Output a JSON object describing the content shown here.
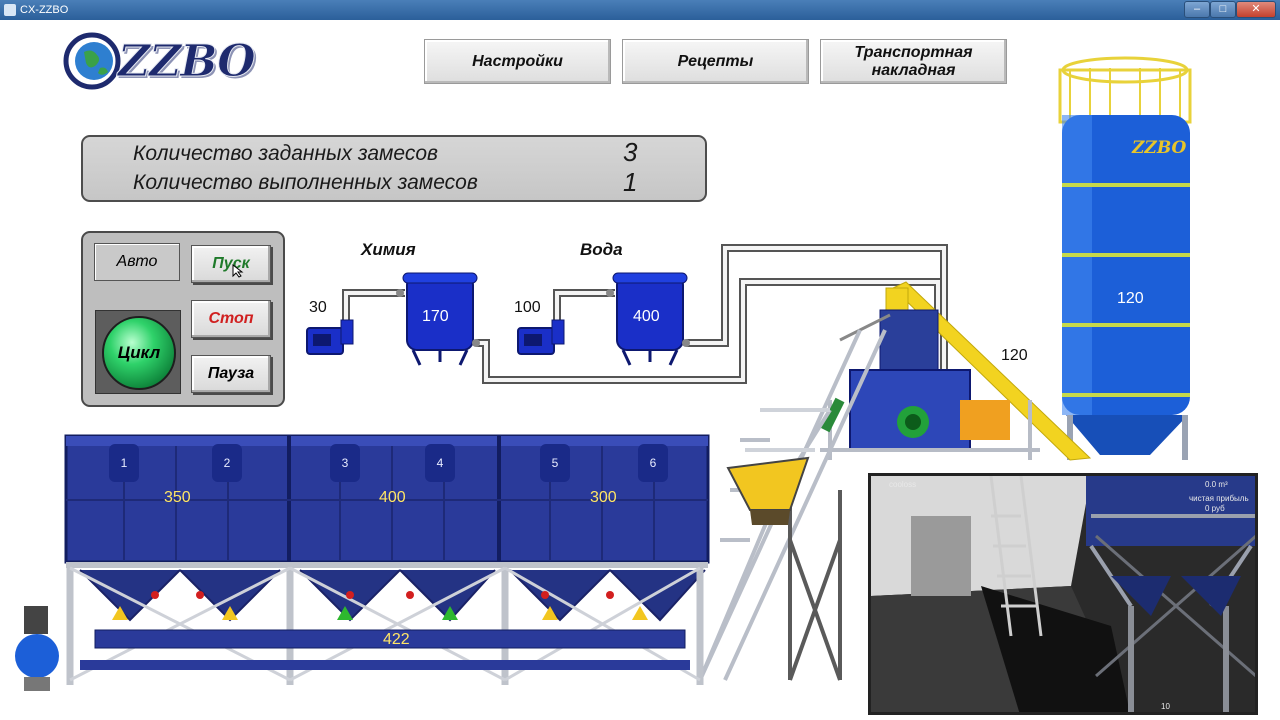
{
  "window": {
    "title": "CX-ZZBO",
    "controls": {
      "minimize": "‒",
      "maximize": "□",
      "close": "✕"
    }
  },
  "logo": {
    "text": "ZZBO",
    "icon": "globe-icon"
  },
  "nav": {
    "settings": "Настройки",
    "recipes": "Рецепты",
    "waybill": "Транспортная накладная"
  },
  "batches": {
    "set_label": "Количество заданных замесов",
    "set_value": "3",
    "done_label": "Количество выполненных замесов",
    "done_value": "1"
  },
  "controls": {
    "auto": "Авто",
    "start": "Пуск",
    "stop": "Стоп",
    "pause": "Пауза",
    "cycle": "Цикл"
  },
  "chemistry": {
    "title": "Химия",
    "pump_value": "30",
    "tank_value": "170"
  },
  "water": {
    "title": "Вода",
    "pump_value": "100",
    "tank_value": "400"
  },
  "silo": {
    "brand": "ZZBO",
    "value": "120",
    "screw_value": "120"
  },
  "bins": [
    {
      "left": "1",
      "right": "2",
      "value": "350"
    },
    {
      "left": "3",
      "right": "4",
      "value": "400"
    },
    {
      "left": "5",
      "right": "6",
      "value": "300"
    }
  ],
  "conveyor": {
    "value": "422"
  },
  "camera": {
    "top_left": "cooloss",
    "top_right": "0.0 m³",
    "sub1": "чистая прибыль",
    "sub2": "0 руб",
    "bottom": "10"
  },
  "colors": {
    "tank_blue": "#1a2fc8",
    "bin_blue": "#2a3a9a",
    "screw_yellow": "#f2d320",
    "start_green": "#1f7a2a",
    "stop_red": "#d02020",
    "cycle_green": "#2fd26a"
  }
}
